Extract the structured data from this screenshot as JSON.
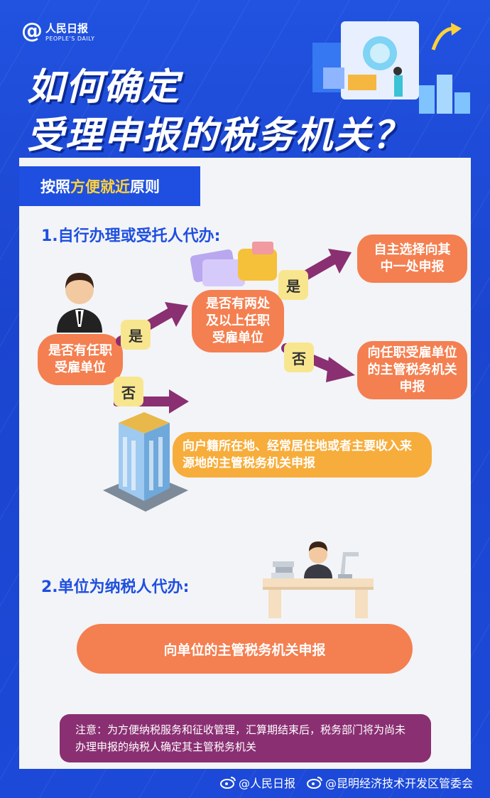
{
  "logo": {
    "symbol": "@",
    "name": "人民日报",
    "en": "PEOPLE'S DAILY"
  },
  "title": {
    "line1": "如何确定",
    "line2": "受理申报的税务机关？"
  },
  "banner": {
    "prefix": "按照",
    "highlight": "方便就近",
    "suffix": "原则"
  },
  "section1": {
    "heading": "1.自行办理或受托人代办:",
    "q1": "是否有任职受雇单位",
    "q2": "是否有两处及以上任职受雇单位",
    "yes": "是",
    "no": "否",
    "r_multi": "自主选择向其中一处申报",
    "r_single": "向任职受雇单位的主管税务机关申报",
    "r_none": "向户籍所在地、经常居住地或者主要收入来源地的主管税务机关申报"
  },
  "section2": {
    "heading": "2.单位为纳税人代办:",
    "result": "向单位的主管税务机关申报"
  },
  "note": "注意：为方便纳税服务和征收管理，汇算期结束后，税务部门将为尚未办理申报的纳税人确定其主管税务机关",
  "footer": {
    "a": "@人民日报",
    "b": "@昆明经济技术开发区管委会"
  },
  "colors": {
    "blue": "#1f4fe0",
    "orange": "#f47f50",
    "yellow": "#f7ad3b",
    "purple": "#8a2f72",
    "yellow_label": "#f8e68f"
  }
}
